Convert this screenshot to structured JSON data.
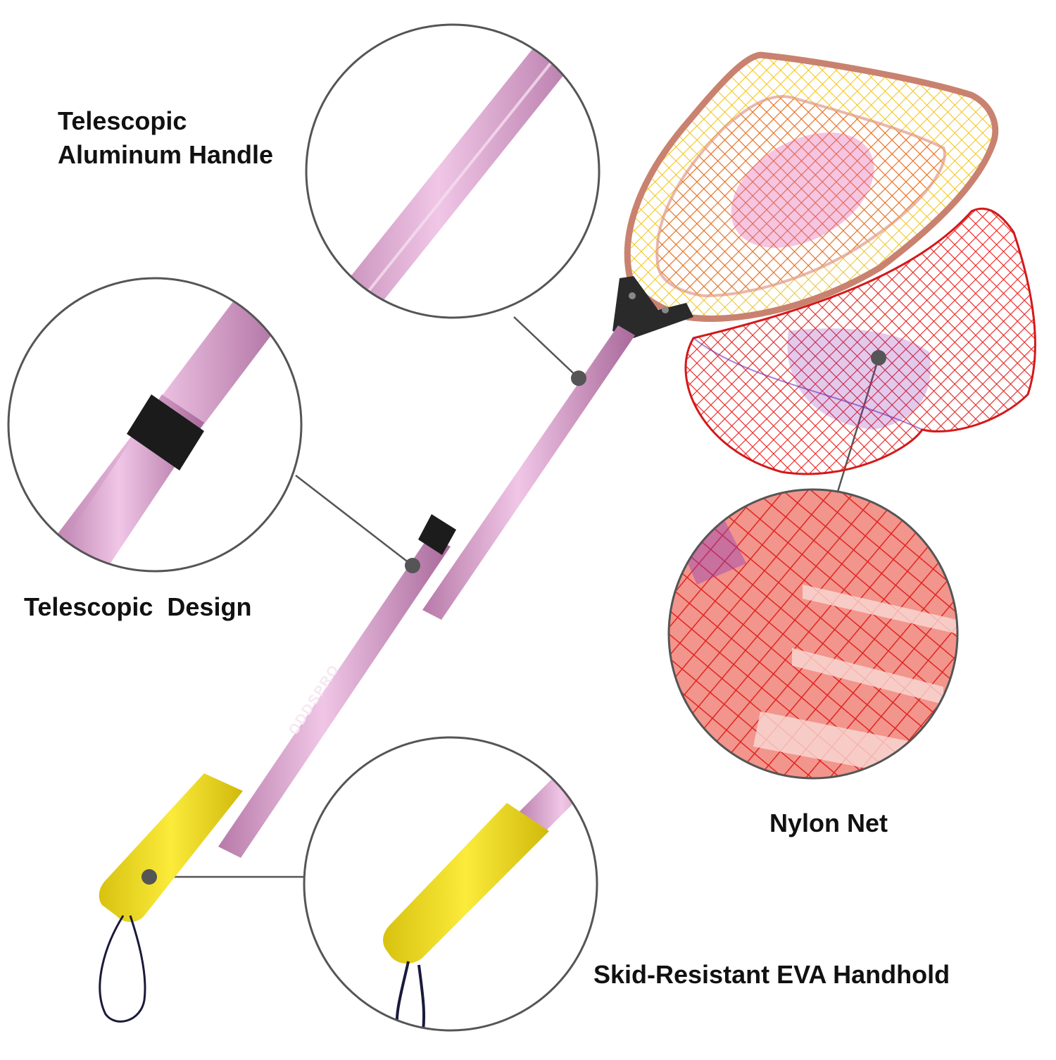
{
  "features": {
    "handle_line1": "Telescopic",
    "handle_line2": "Aluminum Handle",
    "design": "Telescopic  Design",
    "net": "Nylon Net",
    "grip": "Skid-Resistant EVA Handhold"
  },
  "brand_mark": "ODDSPRO",
  "colors": {
    "pole": "#d9a6d0",
    "pole_dark": "#a56a98",
    "grip": "#f1dd1e",
    "net_red": "#e8211f",
    "net_yellow": "#f0c419",
    "rim": "#c98a7a",
    "callout_border": "#555555"
  }
}
